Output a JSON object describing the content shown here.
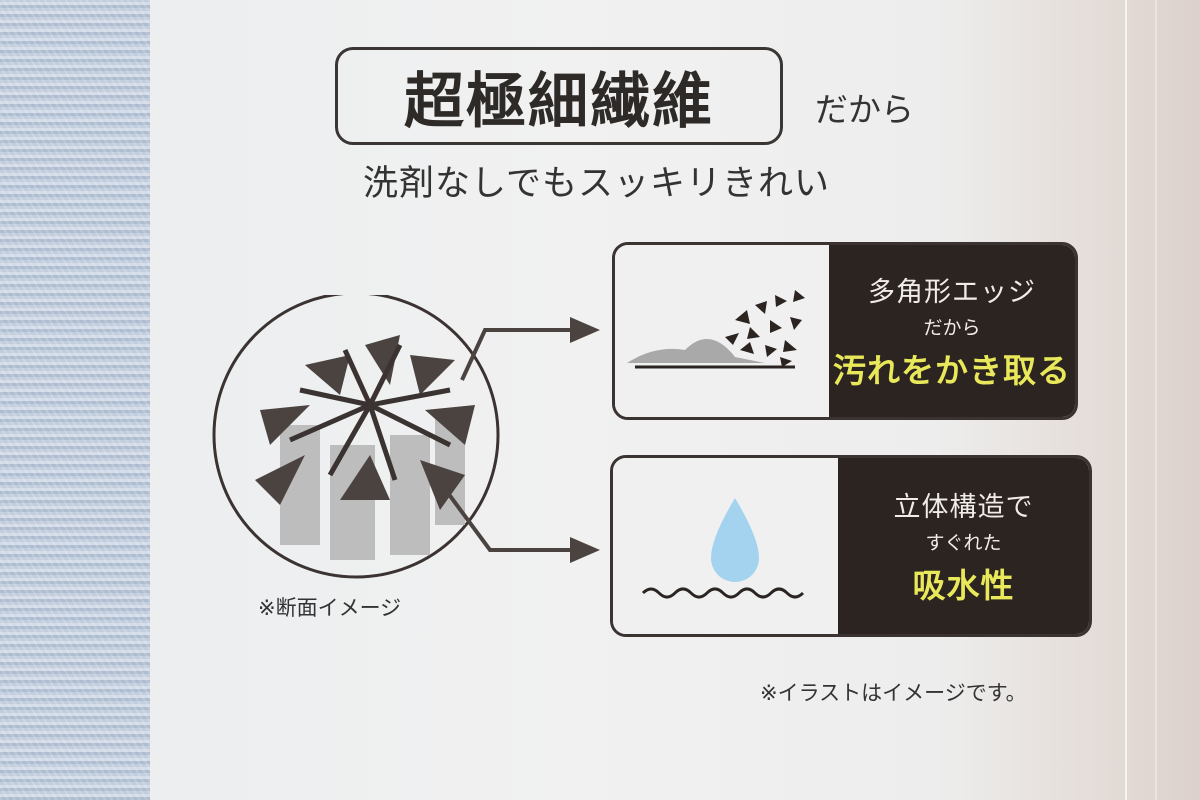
{
  "scene": {
    "description": "Close-up photo of product packaging for a microfiber cloth, lying on a blue knit fabric",
    "colors": {
      "background_cloth": "#c5d0de",
      "package": "#efefef",
      "panel_dark": "#2b2421",
      "highlight_yellow": "#e9e85a",
      "droplet_blue": "#a3d3ef"
    }
  },
  "headline": {
    "boxed": "超極細繊維",
    "suffix": "だから",
    "subline": "洗剤なしでもスッキリきれい"
  },
  "diagram": {
    "caption": "※断面イメージ",
    "icon": "fiber-cross-section-icon"
  },
  "features": [
    {
      "icon": "dirt-scraping-icon",
      "line1": "多角形エッジ",
      "line2": "だから",
      "highlight": "汚れをかき取る"
    },
    {
      "icon": "water-drop-icon",
      "line1": "立体構造で",
      "line2": "すぐれた",
      "highlight": "吸水性"
    }
  ],
  "footnote": "※イラストはイメージです。"
}
